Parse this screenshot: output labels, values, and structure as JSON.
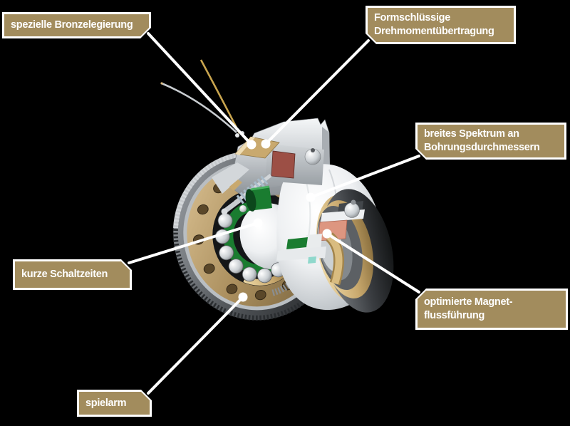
{
  "colors": {
    "background": "#000000",
    "callout_fill": "#a28c5d",
    "callout_border": "#ffffff",
    "callout_text": "#ffffff",
    "leader_line": "#ffffff",
    "machine_metal_light": "#e8ebed",
    "machine_metal_dark": "#2b2e31",
    "machine_bronze_face": "#b3976a",
    "machine_gold": "#c9a96e",
    "machine_green": "#1a7c30",
    "machine_red_coil": "#9c4f45",
    "machine_salmon": "#dd9680",
    "machine_cable_gold": "#c9a54f",
    "machine_cable_silver": "#c9cdd1"
  },
  "callouts": [
    {
      "id": "bronze-alloy",
      "label": "spezielle Bronzelegierung"
    },
    {
      "id": "form-fit-torque",
      "label": "Formschlüssige\nDrehmomentübertragung"
    },
    {
      "id": "bore-spectrum",
      "label": "breites Spektrum an\nBohrungsdurchmessern"
    },
    {
      "id": "short-switching",
      "label": "kurze Schaltzeiten"
    },
    {
      "id": "magnet-flux",
      "label": "optimierte Magnet-\nflussführung"
    },
    {
      "id": "low-backlash",
      "label": "spielarm"
    }
  ],
  "illustration": {
    "subject": "Cutaway 3D view of an electromagnetic tooth clutch"
  }
}
